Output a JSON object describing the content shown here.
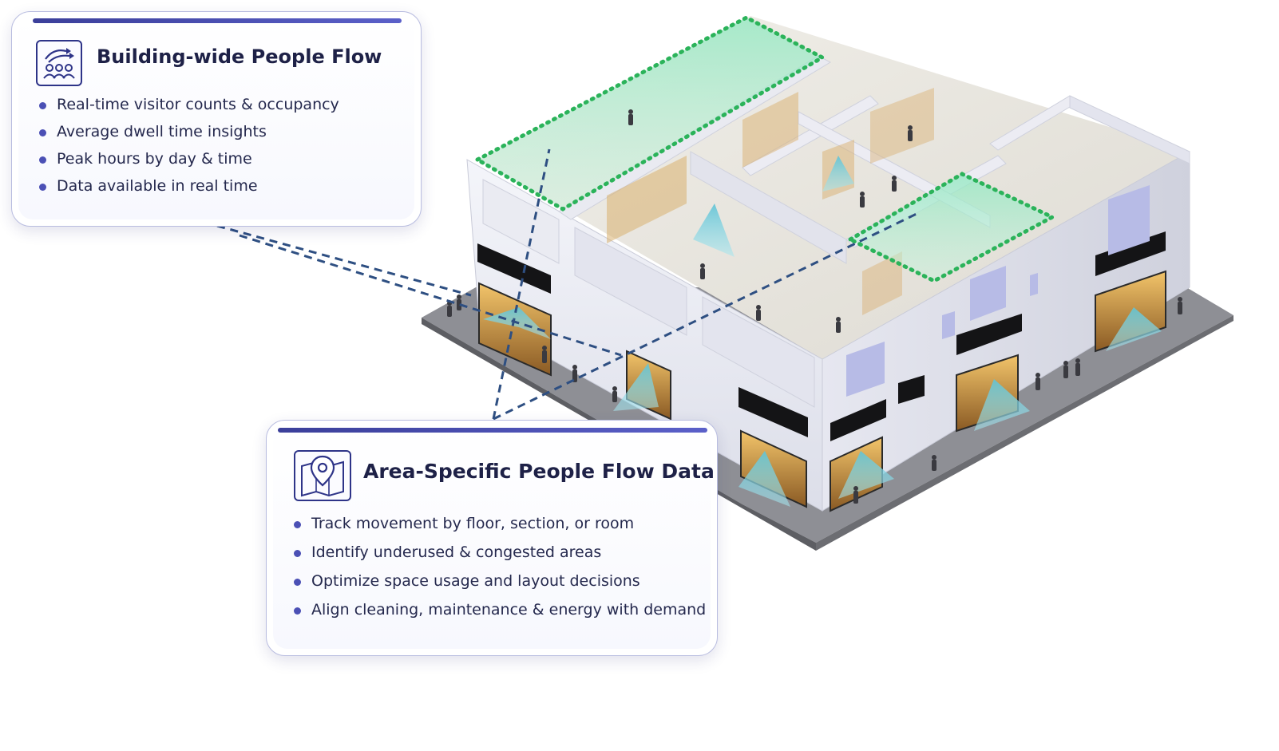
{
  "building_wide": {
    "icon": "people-flow-icon",
    "title": "Building-wide People Flow",
    "bullets": [
      "Real-time visitor counts & occupancy",
      "Average dwell time insights",
      "Peak hours by day & time",
      "Data available in real time"
    ]
  },
  "area_specific": {
    "icon": "map-pin-icon",
    "title": "Area-Specific People Flow Data",
    "bullets": [
      "Track movement by floor, section, or room",
      "Identify underused & congested areas",
      "Optimize space usage and layout decisions",
      "Align cleaning, maintenance & energy with demand"
    ]
  },
  "colors": {
    "accent": "#3b3f9a",
    "zone_highlight": "#7fe0b4",
    "zone_border": "#2bb35a",
    "sensor_cone": "#6cc7d8",
    "connector": "#2e4f82"
  }
}
